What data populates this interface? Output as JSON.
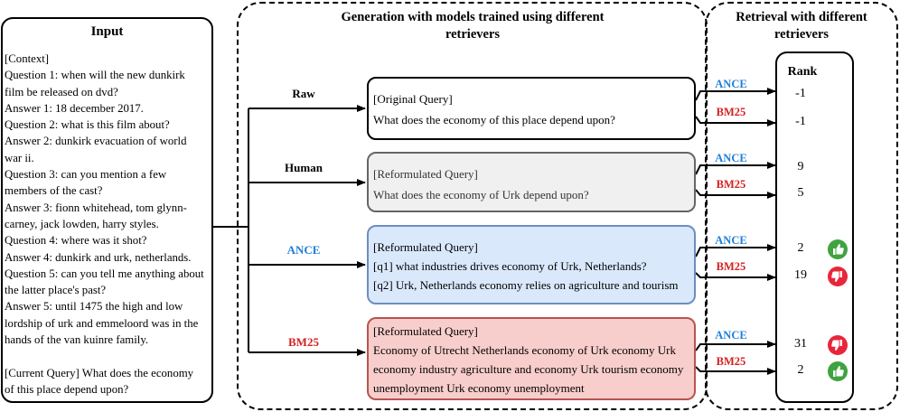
{
  "input": {
    "title": "Input",
    "lines": [
      "[Context]",
      "Question 1: when will the new dunkirk",
      "film be released on dvd?",
      "Answer 1: 18 december 2017.",
      "Question 2: what is this film about?",
      "Answer 2: dunkirk evacuation of world",
      "war ii.",
      "Question 3: can you mention a few",
      "members of the cast?",
      "Answer 3: fionn whitehead, tom glynn-",
      "carney, jack lowden, harry styles.",
      "Question 4: where was it shot?",
      "Answer 4: dunkirk and urk, netherlands.",
      "Question 5: can you tell me anything about",
      "the latter place's past?",
      "Answer 5: until 1475 the high and low",
      "lordship of urk and emmeloord was in the",
      "hands of the van kuinre family.",
      "",
      "[Current Query] What does the economy",
      "of this place depend upon?"
    ]
  },
  "generation": {
    "title_line1": "Generation with models trained using different",
    "title_line2": "retrievers",
    "methods": [
      {
        "label": "Raw",
        "color": "#000000",
        "lines": [
          "[Original Query]",
          "What does the economy of this place depend upon?"
        ]
      },
      {
        "label": "Human",
        "color": "#000000",
        "lines": [
          "[Reformulated Query]",
          "What does the economy of Urk depend upon?"
        ]
      },
      {
        "label": "ANCE",
        "color": "#1f7fd8",
        "lines": [
          "[Reformulated Query]",
          "[q1] what industries drives economy of Urk, Netherlands?",
          "[q2] Urk, Netherlands economy relies on agriculture and tourism"
        ]
      },
      {
        "label": "BM25",
        "color": "#d41f1f",
        "lines": [
          "[Reformulated Query]",
          "Economy of Utrecht Netherlands economy of Urk economy Urk",
          "economy industry agriculture and economy Urk tourism economy",
          "unemployment Urk economy unemployment"
        ]
      }
    ]
  },
  "retrieval": {
    "title_line1": "Retrieval with different",
    "title_line2": "retrievers",
    "rank_header": "Rank",
    "retriever_labels": [
      "ANCE",
      "BM25"
    ],
    "ranks": [
      {
        "ance": "-1",
        "bm25": "-1"
      },
      {
        "ance": "9",
        "bm25": "5"
      },
      {
        "ance": "2",
        "bm25": "19",
        "ance_icon": "thumbs-up-icon",
        "bm25_icon": "thumbs-down-icon"
      },
      {
        "ance": "31",
        "bm25": "2",
        "ance_icon": "thumbs-down-icon",
        "bm25_icon": "thumbs-up-icon"
      }
    ]
  },
  "colors": {
    "ance": "#1f7fd8",
    "bm25": "#d41f1f",
    "thumb_up": "#3fa33f",
    "thumb_down": "#e8263a",
    "ance_box_fill": "#dae8fc",
    "bm25_box_fill": "#f8cecc",
    "human_box_fill": "#f0f0f0"
  }
}
